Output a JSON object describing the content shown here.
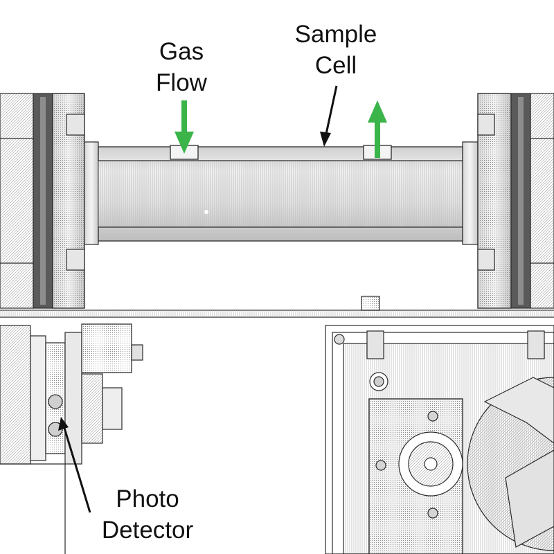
{
  "labels": {
    "gas_flow": [
      "Gas",
      "Flow"
    ],
    "sample_cell": [
      "Sample",
      "Cell"
    ],
    "photo_detector": [
      "Photo",
      "Detector"
    ]
  },
  "colors": {
    "flow_arrow": "#3bb44a",
    "line_art": "#2a2a2a",
    "callout_arrow": "#111111"
  },
  "flow_arrows": [
    {
      "name": "gas-inlet",
      "direction": "down"
    },
    {
      "name": "gas-outlet",
      "direction": "up"
    }
  ]
}
